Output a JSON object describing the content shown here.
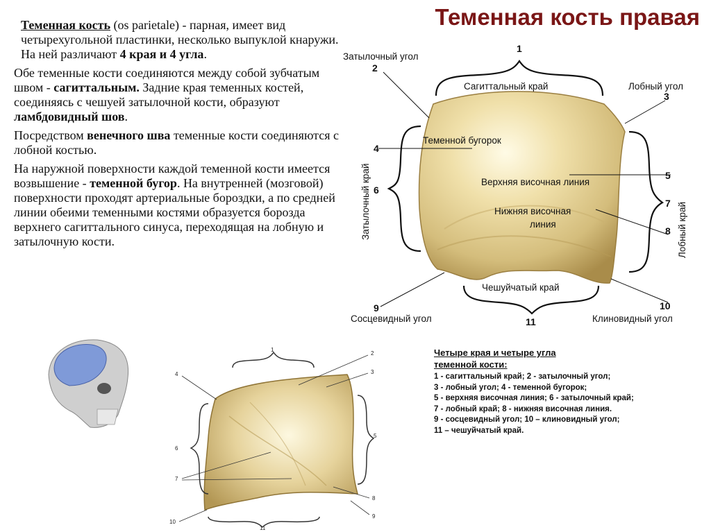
{
  "title": "Теменная кость правая",
  "text": {
    "p1_term": "Теменная кость",
    "p1_latin": " (os parietale)",
    "p1_rest": " - парная, имеет вид четырехугольной пластинки, несколько выпуклой кнаружи. На ней различают ",
    "p1_bold": "4 края и 4 угла",
    "p1_end": ".",
    "p2_start": "Обе теменные кости соединяются между собой зубчатым швом - ",
    "p2_bold": "сагиттальным.",
    "p2_rest": " Задние края теменных костей, соединяясь с чешуей затылочной кости, образуют ",
    "p2_bold2": "ламбдовидный шов",
    "p2_end": ".",
    "p3_start": "Посредством ",
    "p3_bold": "венечного шва",
    "p3_rest": " теменные кости соединяются с лобной костью.",
    "p4_start": "На наружной поверхности каждой теменной кости имеется возвышение - ",
    "p4_bold": "теменной бугор",
    "p4_rest": ". На внутренней (мозговой) поверхности проходят артериальные бороздки, а по средней линии обеими теменными костями образуется борозда верхнего сагиттального синуса, переходящая на лобную и затылочную кости."
  },
  "diagram": {
    "labels": {
      "occipital_angle": "Затылочный угол",
      "sagittal_edge": "Сагиттальный край",
      "frontal_angle": "Лобный угол",
      "parietal_tuber": "Теменной бугорок",
      "superior_temporal": "Верхняя височная линия",
      "inferior_temporal_1": "Нижняя височная",
      "inferior_temporal_2": "линия",
      "squamous_edge": "Чешуйчатый край",
      "mastoid_angle": "Сосцевидный угол",
      "sphenoid_angle": "Клиновидный угол",
      "occipital_edge": "Затылочный край",
      "frontal_edge": "Лобный край"
    },
    "numbers": [
      "1",
      "2",
      "3",
      "4",
      "5",
      "6",
      "7",
      "8",
      "9",
      "10",
      "11"
    ]
  },
  "inner_diagram": {
    "numbers": [
      "1",
      "2",
      "3",
      "4",
      "5",
      "6",
      "7",
      "8",
      "9",
      "10",
      "11"
    ]
  },
  "legend": {
    "heading_1": "Четыре края и четыре угла",
    "heading_2": "теменной кости:",
    "lines": [
      "1 - сагиттальный край; 2 - затылочный угол;",
      "3 - лобный угол; 4 - теменной бугорок;",
      "5 - верхняя височная линия; 6 - затылочный край;",
      "7 - лобный край; 8 - нижняя височная линия.",
      "9 - сосцевидный угол; 10 – клиновидный угол;",
      "11 – чешуйчатый край."
    ]
  },
  "colors": {
    "title": "#7a1616",
    "bone_light": "#f6ecc4",
    "bone_mid": "#dcc88c",
    "bone_dark": "#a88c4c"
  }
}
